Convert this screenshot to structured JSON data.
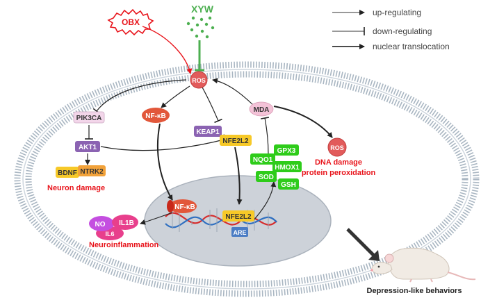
{
  "title": "XYW",
  "drug_label": "OBX",
  "legend": {
    "up": "up-regulating",
    "down": "down-regulating",
    "nuclear": "nuclear translocation"
  },
  "nodes": {
    "ros": "ROS",
    "nfkb": "NF-κB",
    "pik3ca": "PIK3CA",
    "akt1": "AKT1",
    "bdnf": "BDNF",
    "ntrk2": "NTRK2",
    "keap1": "KEAP1",
    "nfe2l2": "NFE2L2",
    "mda": "MDA",
    "gpx3": "GPX3",
    "nqo1": "NQO1",
    "hmox1": "HMOX1",
    "sod": "SOD",
    "gsh": "GSH",
    "ros2": "ROS",
    "nfkb_nuc": "NF-κB",
    "nfe2l2_nuc": "NFE2L2",
    "are": "ARE",
    "no": "NO",
    "il1b": "IL1B",
    "il6": "IL6"
  },
  "captions": {
    "neuron_damage": "Neuron damage",
    "dna_damage": "DNA damage",
    "protein_peroxidation": "protein peroxidation",
    "neuroinflammation": "Neuroinflammation",
    "depression": "Depression-like behaviors"
  },
  "colors": {
    "red_text": "#e8141b",
    "ros": "#e25b5b",
    "nfkb": "#e2573a",
    "purple": "#8b63b2",
    "orange": "#f2a23a",
    "yellow": "#f7c928",
    "green": "#2ecc1a",
    "pink": "#e83f8c",
    "blue": "#4a7cc4",
    "membrane": "#a9b6c2",
    "nucleus": "#c9ced6",
    "drug_green": "#4caf50"
  }
}
